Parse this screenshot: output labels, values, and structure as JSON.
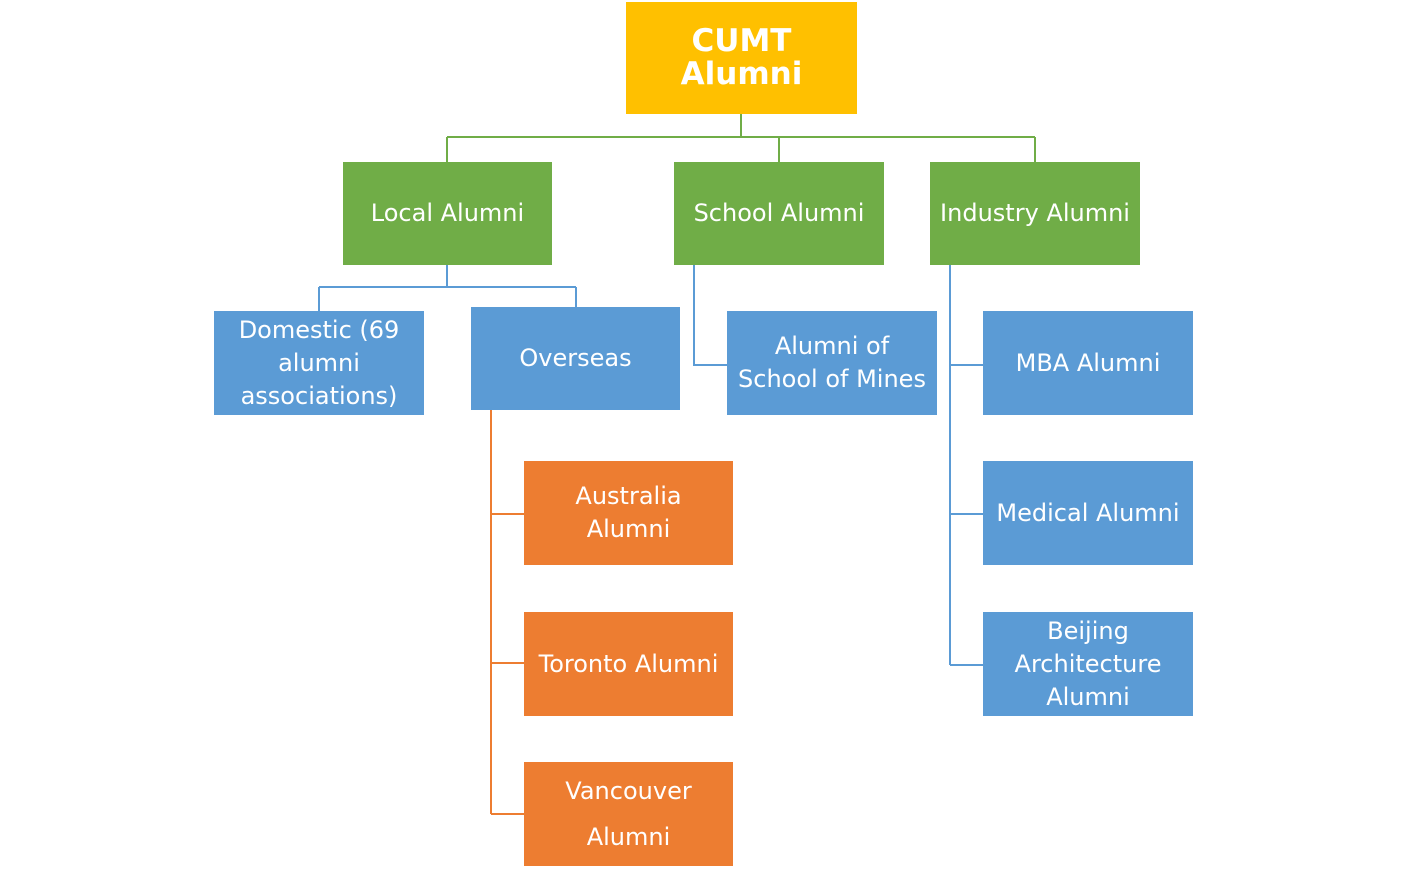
{
  "diagram": {
    "root": {
      "label": "CUMT Alumni"
    },
    "level1": {
      "local": {
        "label": "Local Alumni"
      },
      "school": {
        "label": "School Alumni"
      },
      "industry": {
        "label": "Industry Alumni"
      }
    },
    "local_children": {
      "domestic": {
        "label": "Domestic (69 alumni associations)"
      },
      "overseas": {
        "label": "Overseas"
      }
    },
    "overseas_children": {
      "australia": {
        "label": "Australia Alumni"
      },
      "toronto": {
        "label": "Toronto Alumni"
      },
      "vancouver": {
        "label": "Vancouver Alumni"
      }
    },
    "school_children": {
      "mines": {
        "label": "Alumni of School of Mines"
      }
    },
    "industry_children": {
      "mba": {
        "label": "MBA Alumni"
      },
      "medical": {
        "label": "Medical Alumni"
      },
      "beijing": {
        "label": "Beijing Architecture Alumni"
      }
    },
    "colors": {
      "root": "#FFC000",
      "level1": "#70AD47",
      "level2": "#5B9BD5",
      "overseas_level": "#ED7D31"
    }
  }
}
